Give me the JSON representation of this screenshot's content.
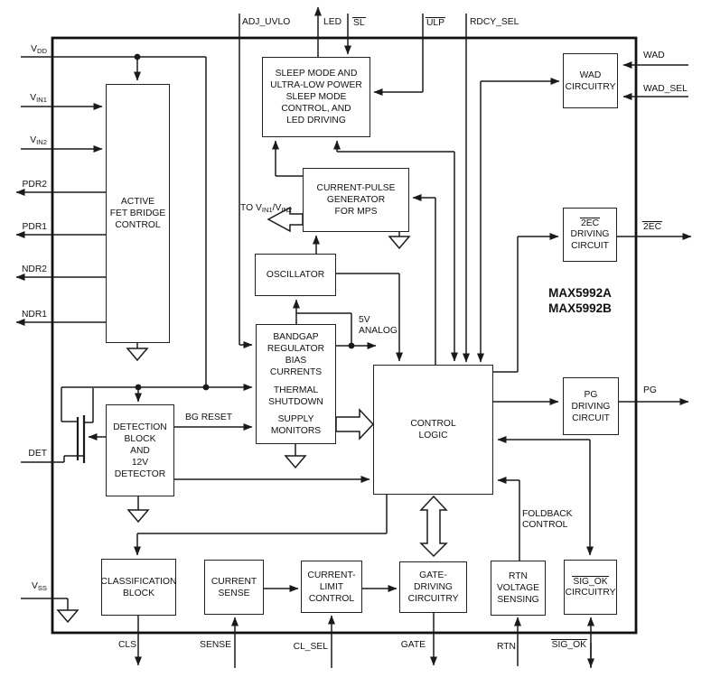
{
  "device": {
    "part_numbers": "MAX5992A\nMAX5992B"
  },
  "pins": {
    "top": [
      {
        "label": "ADJ_UVLO"
      },
      {
        "label": "LED"
      },
      {
        "label": "SL",
        "overline": true
      },
      {
        "label": "ULP",
        "overline": true
      },
      {
        "label": "RDCY_SEL"
      }
    ],
    "left": [
      {
        "main": "V",
        "sub": "DD"
      },
      {
        "main": "V",
        "sub": "IN1"
      },
      {
        "main": "V",
        "sub": "IN2"
      },
      {
        "label": "PDR2"
      },
      {
        "label": "PDR1"
      },
      {
        "label": "NDR2"
      },
      {
        "label": "NDR1"
      },
      {
        "label": "DET"
      },
      {
        "main": "V",
        "sub": "SS"
      }
    ],
    "right": [
      {
        "label": "WAD"
      },
      {
        "label": "WAD_SEL"
      },
      {
        "label": "2EC",
        "overline": true
      },
      {
        "label": "PG"
      }
    ],
    "bottom": [
      {
        "label": "CLS"
      },
      {
        "label": "SENSE"
      },
      {
        "label": "CL_SEL"
      },
      {
        "label": "GATE"
      },
      {
        "label": "RTN"
      },
      {
        "label": "SIG_OK",
        "overline": true
      }
    ]
  },
  "blocks": {
    "active_fet": "ACTIVE\nFET BRIDGE\nCONTROL",
    "sleep": "SLEEP MODE AND\nULTRA-LOW POWER\nSLEEP MODE\nCONTROL, AND\nLED DRIVING",
    "current_pulse": "CURRENT-PULSE\nGENERATOR\nFOR MPS",
    "oscillator": "OSCILLATOR",
    "bandgap_1": "BANDGAP\nREGULATOR BIAS\nCURRENTS",
    "bandgap_2": "THERMAL\nSHUTDOWN",
    "bandgap_3": "SUPPLY\nMONITORS",
    "control_logic": "CONTROL\nLOGIC",
    "wad": "WAD\nCIRCUITRY",
    "ec2_title": "2EC",
    "ec2_rest": "DRIVING\nCIRCUIT",
    "pg": "PG\nDRIVING\nCIRCUIT",
    "detection": "DETECTION\nBLOCK\nAND\n12V DETECTOR",
    "classification": "CLASSIFICATION\nBLOCK",
    "current_sense": "CURRENT\nSENSE",
    "current_limit": "CURRENT-\nLIMIT\nCONTROL",
    "gate_driving": "GATE-\nDRIVING\nCIRCUITRY",
    "rtn_sensing": "RTN\nVOLTAGE\nSENSING",
    "sigok_title": "SIG_OK",
    "sigok_rest": "CIRCUITRY"
  },
  "annotations": {
    "to_vin": {
      "p1": "TO V",
      "s1": "IN1",
      "p2": "/V",
      "s2": "IN2"
    },
    "bg_reset": "BG RESET",
    "analog_5v": "5V\nANALOG",
    "foldback": "FOLDBACK\nCONTROL"
  },
  "colors": {
    "wire": "#1a1a1a",
    "background": "#ffffff"
  }
}
